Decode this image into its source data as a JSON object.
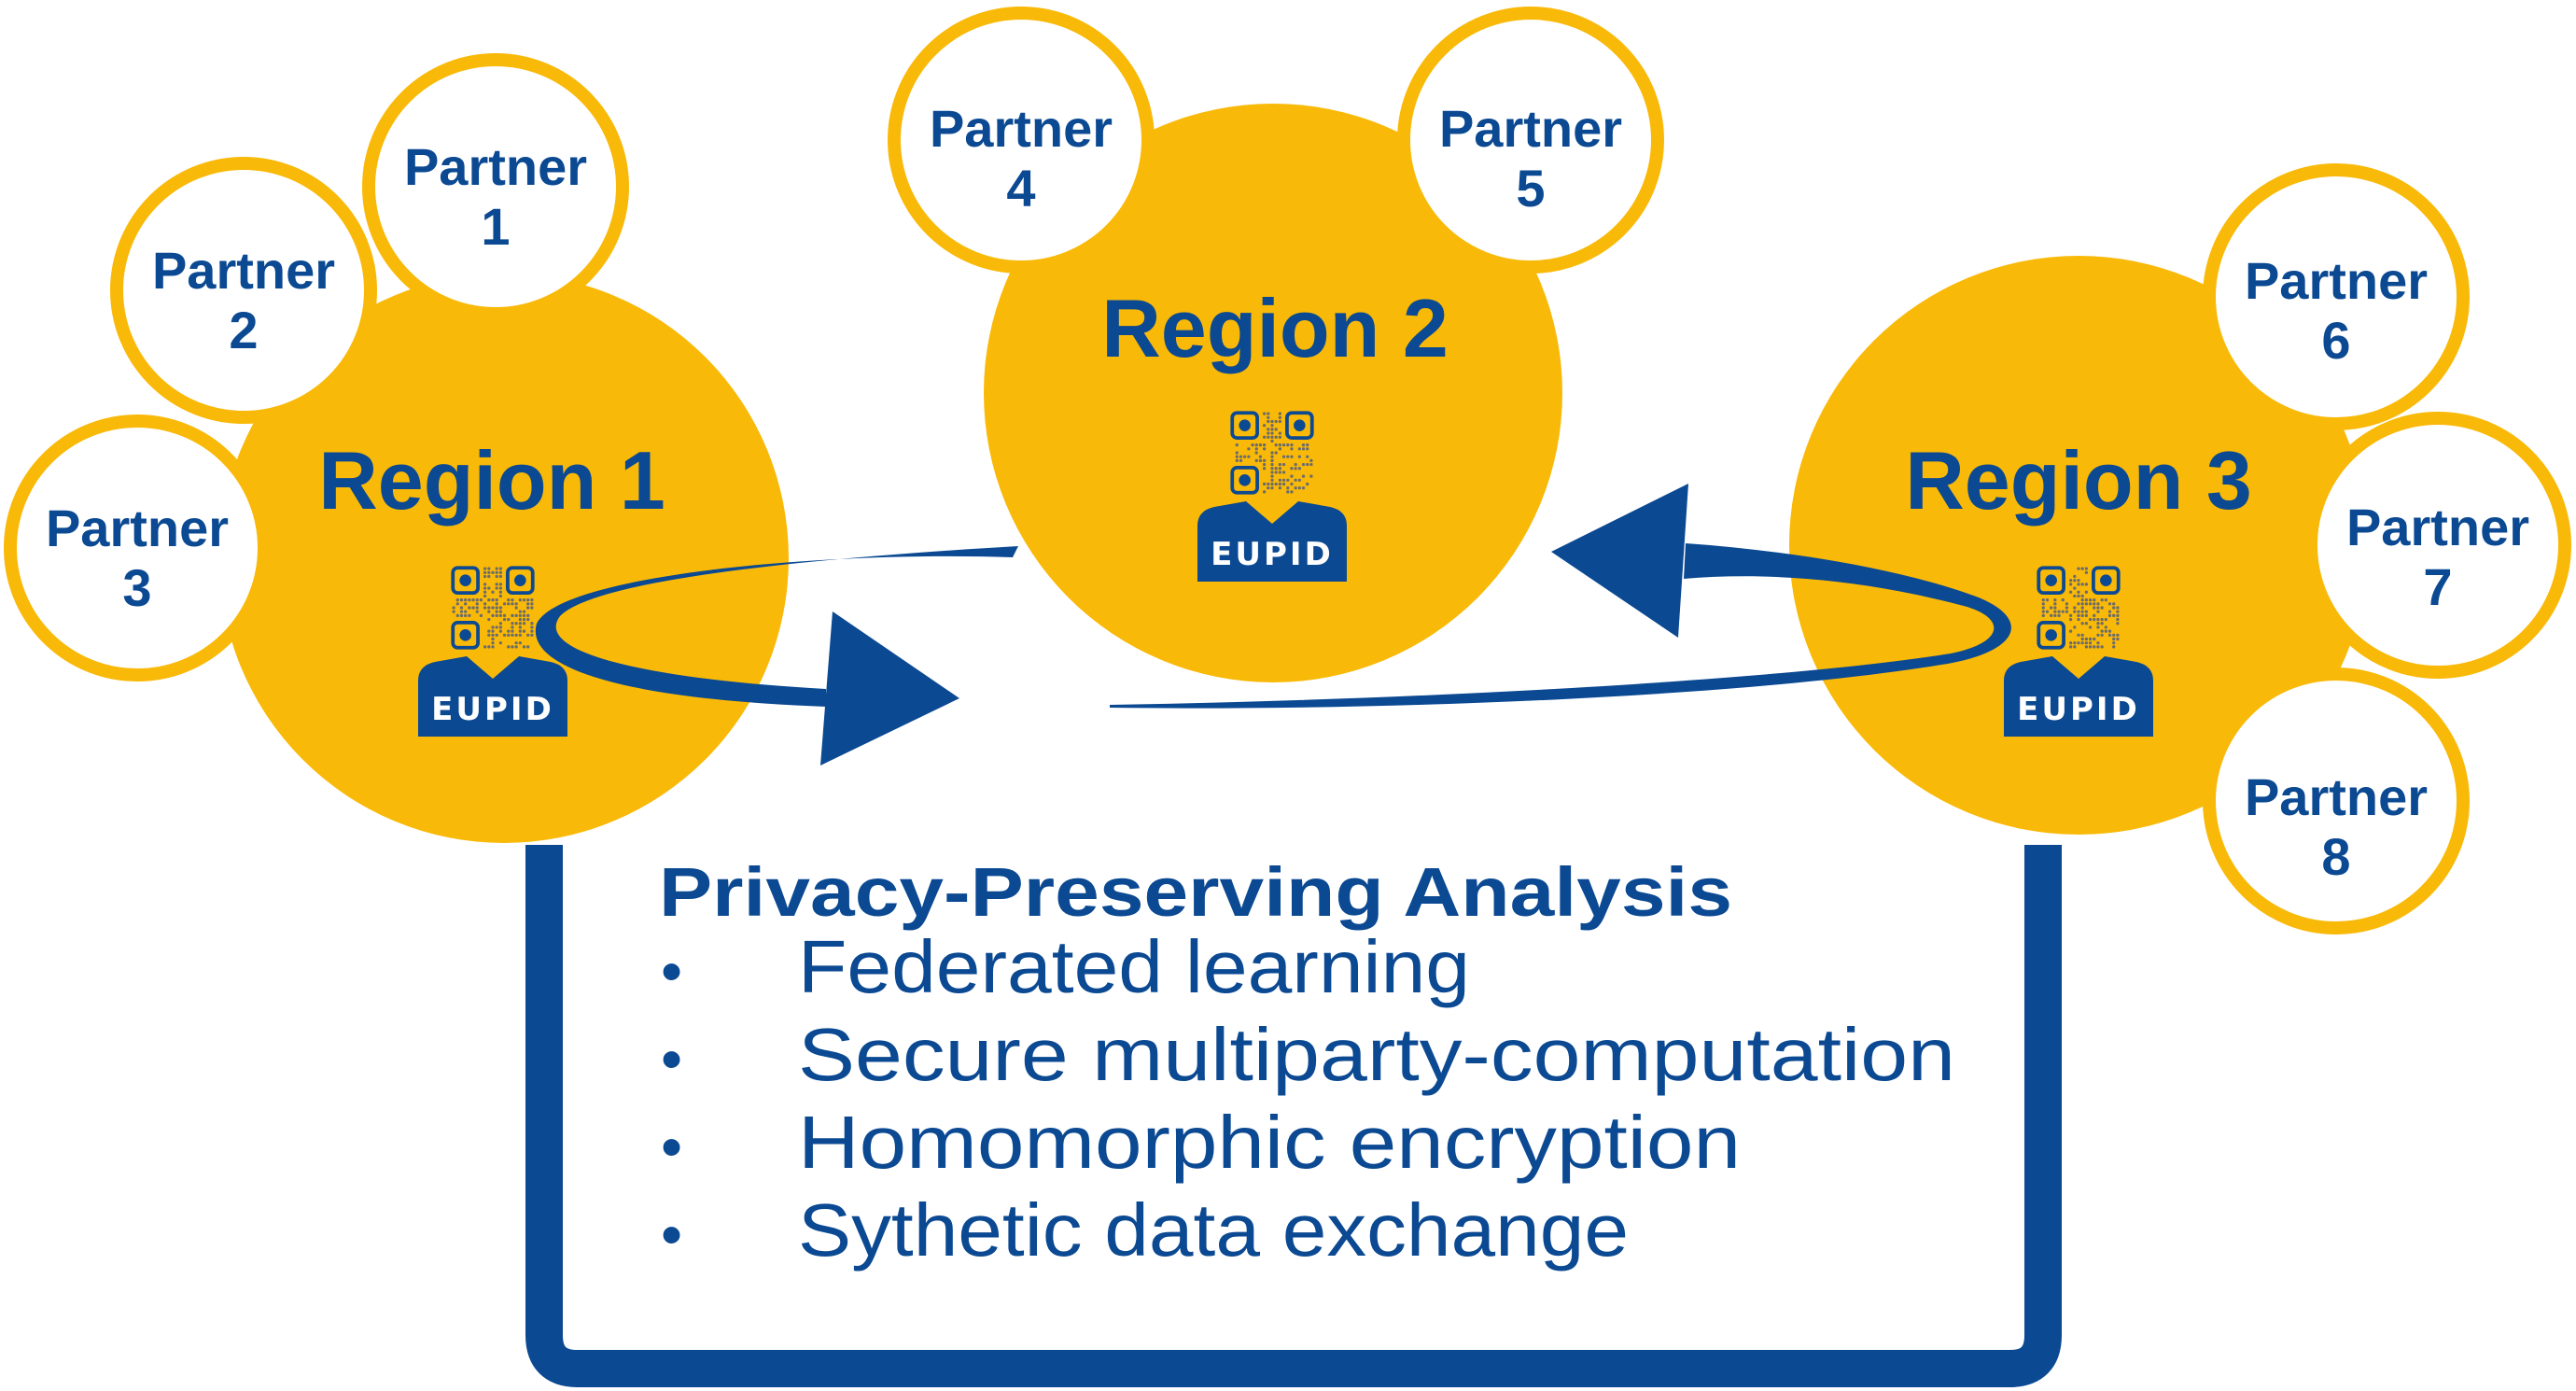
{
  "colors": {
    "region_fill": "#F9B908",
    "partner_ring": "#F9B908",
    "partner_fill": "#FFFFFF",
    "primary_blue": "#0B4992",
    "qr_dots": "#6B6B6B",
    "badge_text": "#FFFFFF"
  },
  "regions": [
    {
      "label": "Region 1",
      "badge_label": "EUPID",
      "partners": [
        {
          "line1": "Partner",
          "line2": "1"
        },
        {
          "line1": "Partner",
          "line2": "2"
        },
        {
          "line1": "Partner",
          "line2": "3"
        }
      ]
    },
    {
      "label": "Region 2",
      "badge_label": "EUPID",
      "partners": [
        {
          "line1": "Partner",
          "line2": "4"
        },
        {
          "line1": "Partner",
          "line2": "5"
        }
      ]
    },
    {
      "label": "Region 3",
      "badge_label": "EUPID",
      "partners": [
        {
          "line1": "Partner",
          "line2": "6"
        },
        {
          "line1": "Partner",
          "line2": "7"
        },
        {
          "line1": "Partner",
          "line2": "8"
        }
      ]
    }
  ],
  "panel": {
    "title": "Privacy-Preserving Analysis",
    "bullet": "•",
    "items": [
      "Federated learning",
      "Secure multiparty-computation",
      "Homomorphic encryption",
      "Sythetic data exchange"
    ]
  },
  "icons": {
    "qr": "qr-code-icon",
    "person": "person-badge-icon",
    "arrow": "curved-arrow-icon"
  }
}
